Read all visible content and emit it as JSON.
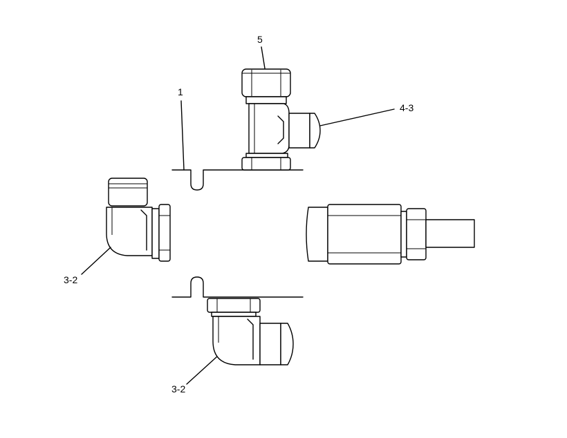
{
  "callouts": {
    "c5": "5",
    "c1": "1",
    "c43": "4-3",
    "c32_left": "3-2",
    "c32_bottom": "3-2"
  }
}
